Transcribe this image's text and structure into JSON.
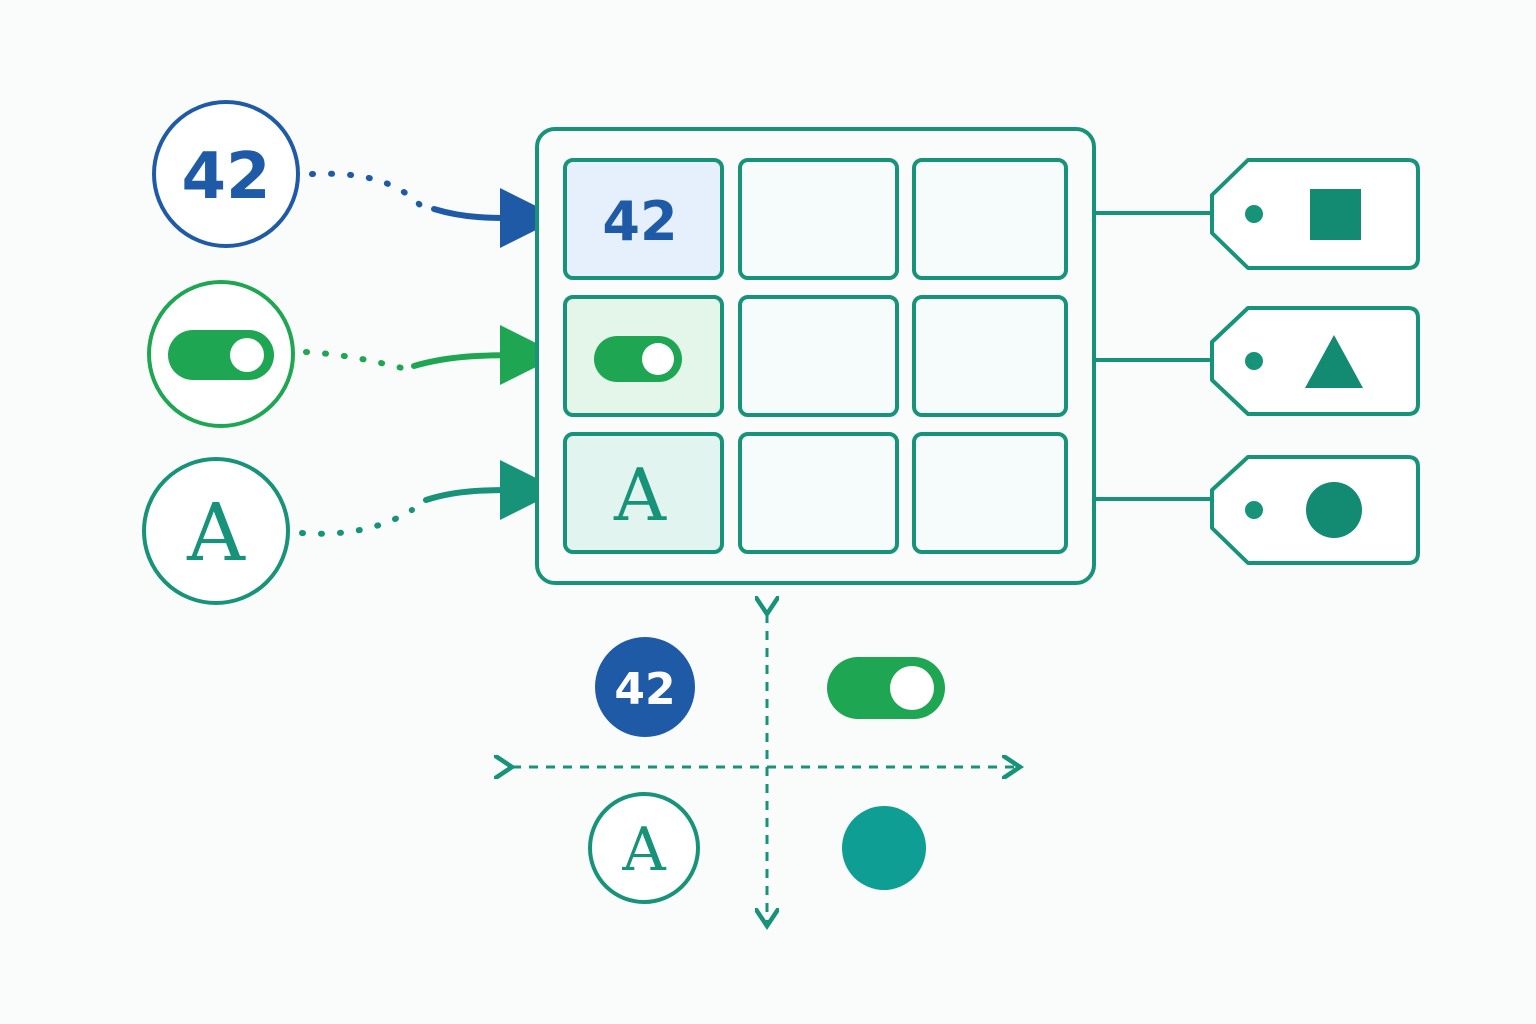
{
  "colors": {
    "blue": "#1f5aa6",
    "green": "#1fa653",
    "teal": "#17937a",
    "teal_dark": "#138a72",
    "teal_fill": "#0f9e93",
    "cell_blue_bg": "#e6f0fc",
    "cell_green_bg": "#e4f6ea",
    "cell_teal_bg": "#e2f4ef",
    "cell_empty_bg": "#f6fbfb"
  },
  "inputs": {
    "number_value": "42",
    "text_value": "A"
  },
  "grid": {
    "cell_number": "42",
    "cell_text": "A"
  },
  "tags": {
    "icons": [
      "square-icon",
      "triangle-icon",
      "circle-icon"
    ]
  },
  "quadrant": {
    "number_badge": "42",
    "text_badge": "A"
  }
}
